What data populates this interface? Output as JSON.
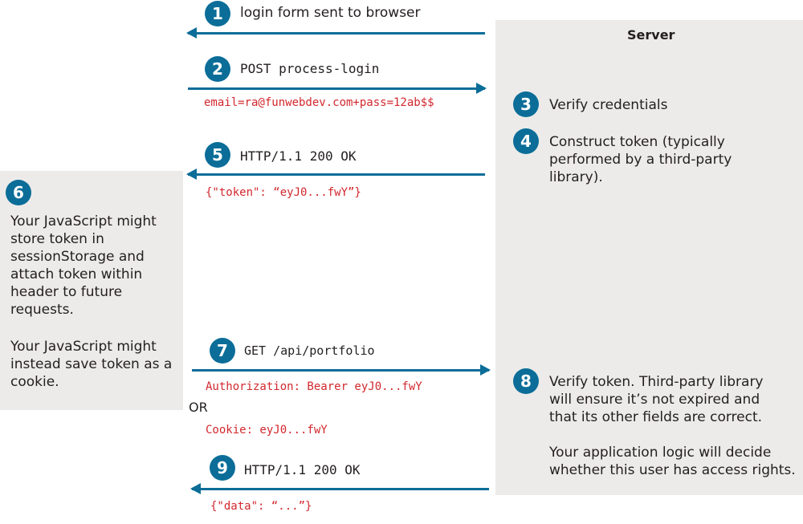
{
  "server": {
    "title": "Server"
  },
  "steps": [
    {
      "n": "1",
      "text": "login form sent to browser"
    },
    {
      "n": "2",
      "text": "POST process-login",
      "payload": "email=ra@funwebdev.com+pass=12ab$$"
    },
    {
      "n": "3",
      "text": "Verify credentials"
    },
    {
      "n": "4",
      "text": "Construct token (typically performed by a third-party library)."
    },
    {
      "n": "5",
      "text": "HTTP/1.1 200 OK",
      "payload": "{\"token\": “eyJ0...fwY”}"
    },
    {
      "n": "6",
      "text": "Your JavaScript might store token in sessionStorage and attach token within header to future requests.",
      "text2": "Your JavaScript might instead save token as a cookie."
    },
    {
      "n": "7",
      "text": "GET /api/portfolio",
      "payload": "Authorization: Bearer eyJ0...fwY",
      "or": "OR",
      "payload2": "Cookie: eyJ0...fwY"
    },
    {
      "n": "8",
      "text": "Verify token. Third-party library will ensure it’s not expired and that its other fields are correct.",
      "text2": "Your application logic will decide whether this user has access rights."
    },
    {
      "n": "9",
      "text": "HTTP/1.1 200 OK",
      "payload": "{\"data\": “...”}"
    }
  ]
}
